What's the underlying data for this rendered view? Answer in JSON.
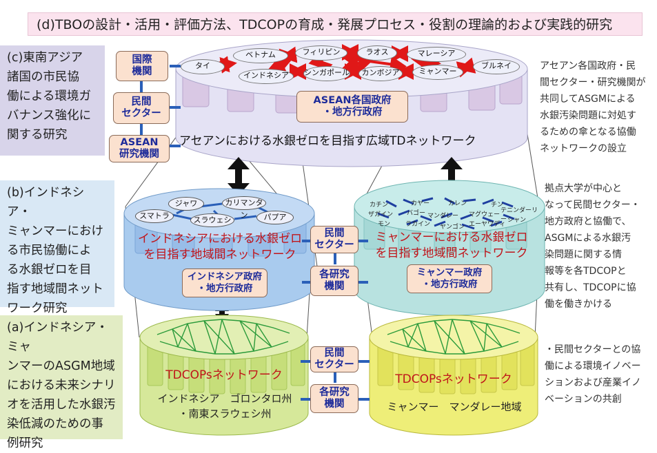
{
  "title": "(d)TBOの設計・活用・評価方法、TDCOPの育成・発展プロセス・役割の理論的および実践的研究",
  "side_c": "(c)東南アジア\n諸国の市民協\n働による環境ガ\nバナンス強化に\n関する研究",
  "side_b": "(b)インドネシア・\nミャンマーにおけ\nる市民協働によ\nる水銀ゼロを目\n指す地域間ネット\nワーク研究",
  "side_a": "(a)インドネシア・ミャ\nンマーのASGM地域\nにおける未来シナリ\nオを活用した水銀汚\n染低減のための事\n例研究",
  "note1": "アセアン各国政府・民\n間セクター・研究機関が\n共同してASGMによる\n水銀汚染問題に対処す\nるための傘となる協働\nネットワークの設立",
  "note2": "拠点大学が中心と\nなって民間セクター・\n地方政府と協働で、\nASGMによる水銀汚\n染問題に関する情\n報等を各TDCOPと\n共有し、TDCOPに協\n働を働きかける",
  "note3": "・民間セクターとの協\n働による環境イノベー\nションおよび産業イノ\nベーションの共創",
  "top_left_boxes": [
    "国際\n機関",
    "民間\nセクター",
    "ASEAN\n研究機関"
  ],
  "asean_gov_box": "ASEAN各国政府\n・地方行政府",
  "asean_network_title": "アセアンにおける水銀ゼロを目指す広域TDネットワーク",
  "countries": [
    "タイ",
    "ベトナム",
    "フィリピン",
    "ラオス",
    "マレーシア",
    "インドネシア",
    "シンガポール",
    "カンボジア",
    "ミャンマー",
    "ブルネイ"
  ],
  "indonesia_regions": [
    "ジャワ",
    "カリマンタン",
    "スマトラ",
    "スラウェシ",
    "パプア"
  ],
  "myanmar_regions": [
    "カチン",
    "カヤー",
    "カレン",
    "チン",
    "テニンダーリー",
    "ザガイン",
    "バゴー",
    "マンダレー",
    "マグウェー",
    "シャン",
    "モン",
    "ラカイン",
    "ヤンゴン",
    "エーヤワディ"
  ],
  "indonesia_network_title": "インドネシアにおける水銀ゼロ\nを目指す地域間ネットワーク",
  "myanmar_network_title": "ミャンマーにおける水銀ゼロ\nを目指す地域間ネットワーク",
  "indonesia_gov_box": "インドネシア政府\n・地方行政府",
  "myanmar_gov_box": "ミャンマー政府\n・地方行政府",
  "mid_private_box": "民間\nセクター",
  "mid_research_box": "各研究\n機関",
  "low_private_box": "民間\nセクター",
  "low_research_box": "各研究\n機関",
  "tdcop_left_title": "TDCOPsネットワーク",
  "tdcop_right_title": "TDCOPsネットワーク",
  "tdcop_left_loc": "インドネシア　ゴロンタロ州\n・南東スラウェシ州",
  "tdcop_right_loc": "ミャンマー　マンダレー地域",
  "colors": {
    "asean_cyl": "#e4e2f4",
    "indo_cyl": "#a9cbee",
    "myan_cyl": "#b8e2e0",
    "tdcop_left": "#d6e89a",
    "tdcop_right": "#eeee78",
    "red_arrow": "#e01818",
    "blue_arrow": "#2a5fb8",
    "green_arrow": "#2a9a3a"
  }
}
